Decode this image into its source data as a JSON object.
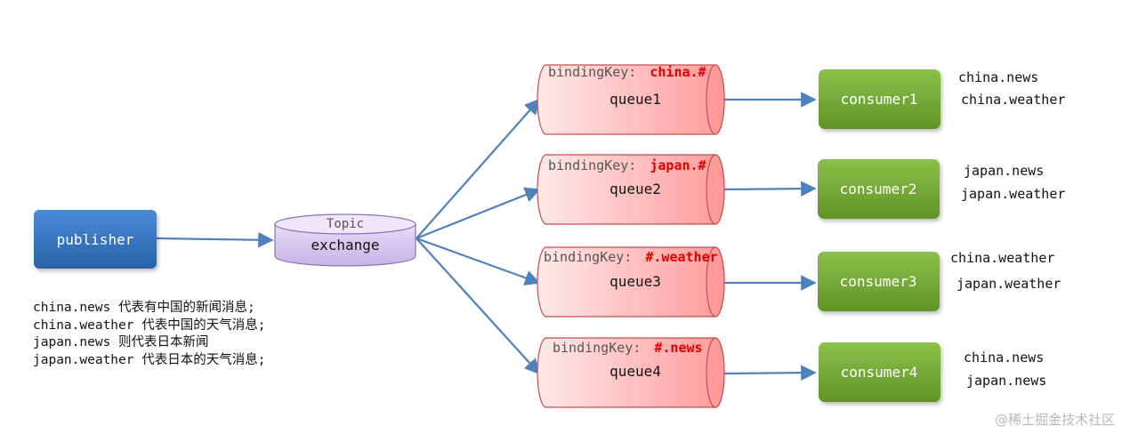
{
  "colors": {
    "publisher_fill": "#3a79c2",
    "exchange_fill": "#d9c9ee",
    "queue_fill": "#ffb9b9",
    "consumer_fill": "#78ad3c",
    "arrow": "#4f81bd",
    "binding_key": "#e00000"
  },
  "publisher": {
    "label": "publisher"
  },
  "exchange": {
    "type_label": "Topic",
    "label": "exchange"
  },
  "binding_prefix": "bindingKey:",
  "queues": [
    {
      "label": "queue1",
      "binding_key": "china.#"
    },
    {
      "label": "queue2",
      "binding_key": "japan.#"
    },
    {
      "label": "queue3",
      "binding_key": "#.weather"
    },
    {
      "label": "queue4",
      "binding_key": "#.news"
    }
  ],
  "consumers": [
    {
      "label": "consumer1",
      "routing_keys": [
        "china.news",
        "china.weather"
      ]
    },
    {
      "label": "consumer2",
      "routing_keys": [
        "japan.news",
        "japan.weather"
      ]
    },
    {
      "label": "consumer3",
      "routing_keys": [
        "china.weather",
        "japan.weather"
      ]
    },
    {
      "label": "consumer4",
      "routing_keys": [
        "china.news",
        "japan.news"
      ]
    }
  ],
  "description": [
    "china.news 代表有中国的新闻消息;",
    "china.weather 代表中国的天气消息;",
    "japan.news 则代表日本新闻",
    "japan.weather 代表日本的天气消息;"
  ],
  "watermark": "@稀土掘金技术社区"
}
